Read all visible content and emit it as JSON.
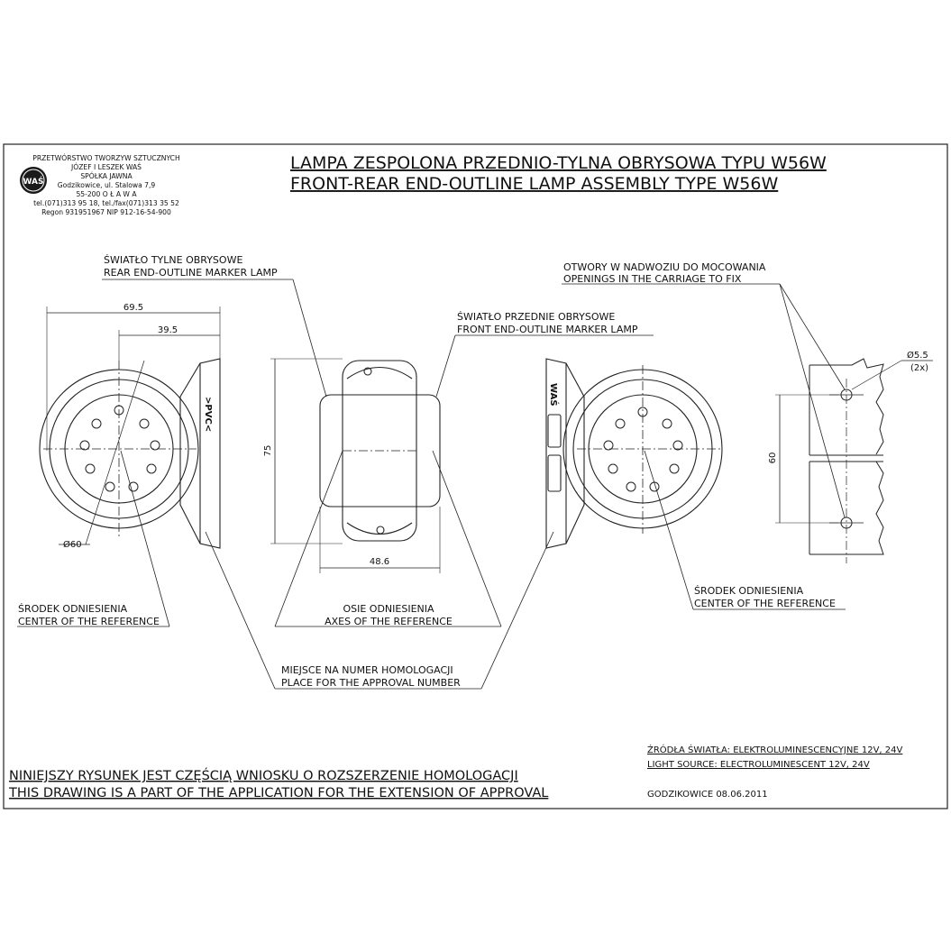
{
  "company": {
    "lines": [
      "PRZETWÓRSTWO TWORZYW SZTUCZNYCH",
      "JÓZEF I LESZEK WAŚ",
      "SPÓŁKA JAWNA",
      "Godzikowice, ul. Stalowa 7,9",
      "55-200   O Ł A W A",
      "tel.(071)313 95 18, tel./fax(071)313 35 52",
      "Regon 931951967 NIP 912-16-54-900"
    ],
    "logo_text": "WAŚ"
  },
  "title": {
    "pl": "LAMPA ZESPOLONA PRZEDNIO-TYLNA OBRYSOWA TYPU W56W",
    "en": "FRONT-REAR END-OUTLINE LAMP ASSEMBLY TYPE W56W"
  },
  "labels": {
    "rear_lamp_pl": "ŚWIATŁO TYLNE OBRYSOWE",
    "rear_lamp_en": "REAR END-OUTLINE MARKER LAMP",
    "front_lamp_pl": "ŚWIATŁO PRZEDNIE OBRYSOWE",
    "front_lamp_en": "FRONT END-OUTLINE MARKER LAMP",
    "openings_pl": "OTWORY W NADWOZIU DO MOCOWANIA",
    "openings_en": "OPENINGS IN THE CARRIAGE TO FIX",
    "center_left_pl": "ŚRODEK ODNIESIENIA",
    "center_left_en": "CENTER OF THE REFERENCE",
    "axes_pl": "OSIE ODNIESIENIA",
    "axes_en": "AXES OF THE REFERENCE",
    "center_right_pl": "ŚRODEK ODNIESIENIA",
    "center_right_en": "CENTER OF THE REFERENCE",
    "approval_pl": "MIEJSCE NA NUMER HOMOLOGACJI",
    "approval_en": "PLACE FOR THE APPROVAL NUMBER",
    "pvc_mark": ">PVC<",
    "was_mark": "WAŚ"
  },
  "dimensions": {
    "width_total": "69.5",
    "width_offset": "39.5",
    "diameter": "Ø60",
    "height": "75",
    "body_width": "48.6",
    "hole_diameter": "Ø5.5",
    "hole_count": "(2x)",
    "hole_spacing": "60"
  },
  "footer": {
    "note_pl": "NINIEJSZY RYSUNEK JEST CZĘŚCIĄ WNIOSKU O  ROZSZERZENIE HOMOLOGACJI",
    "note_en": "THIS DRAWING IS A PART OF THE APPLICATION FOR THE EXTENSION OF APPROVAL",
    "source_pl": "ŹRÓDŁA ŚWIATŁA: ELEKTROLUMINESCENCYJNE  12V, 24V",
    "source_en": "LIGHT SOURCE: ELECTROLUMINESCENT  12V, 24V",
    "place_date": "GODZIKOWICE 08.06.2011"
  }
}
